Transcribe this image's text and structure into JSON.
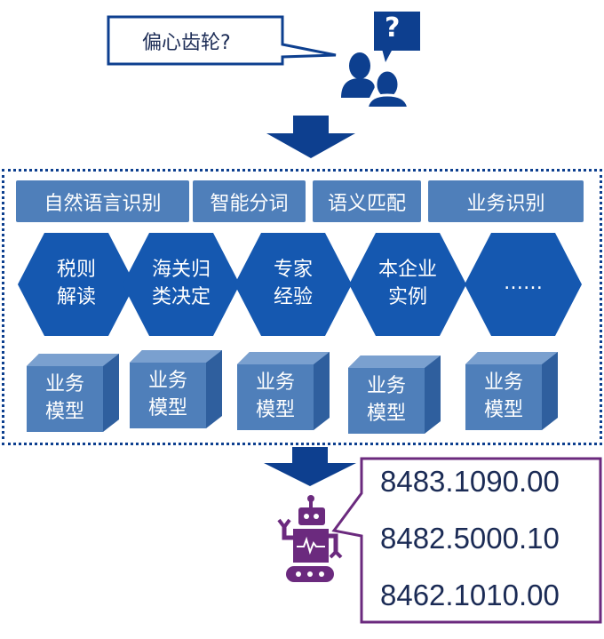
{
  "question": "偏心齿轮?",
  "question_mark": "?",
  "nlp_steps": [
    "自然语言识别",
    "智能分词",
    "语义匹配",
    "业务识别"
  ],
  "knowledge": [
    [
      "税则",
      "解读"
    ],
    [
      "海关归",
      "类决定"
    ],
    [
      "专家",
      "经验"
    ],
    [
      "本企业",
      "实例"
    ],
    [
      "……",
      ""
    ]
  ],
  "models": [
    [
      "业务",
      "模型"
    ],
    [
      "业务",
      "模型"
    ],
    [
      "业务",
      "模型"
    ],
    [
      "业务",
      "模型"
    ],
    [
      "业务",
      "模型"
    ]
  ],
  "codes": [
    "8483.1090.00",
    "8482.5000.10",
    "8462.1010.00"
  ],
  "colors": {
    "blue": "#0d3f8f",
    "box": "#4f7fba",
    "purple": "#6b2a7e"
  }
}
